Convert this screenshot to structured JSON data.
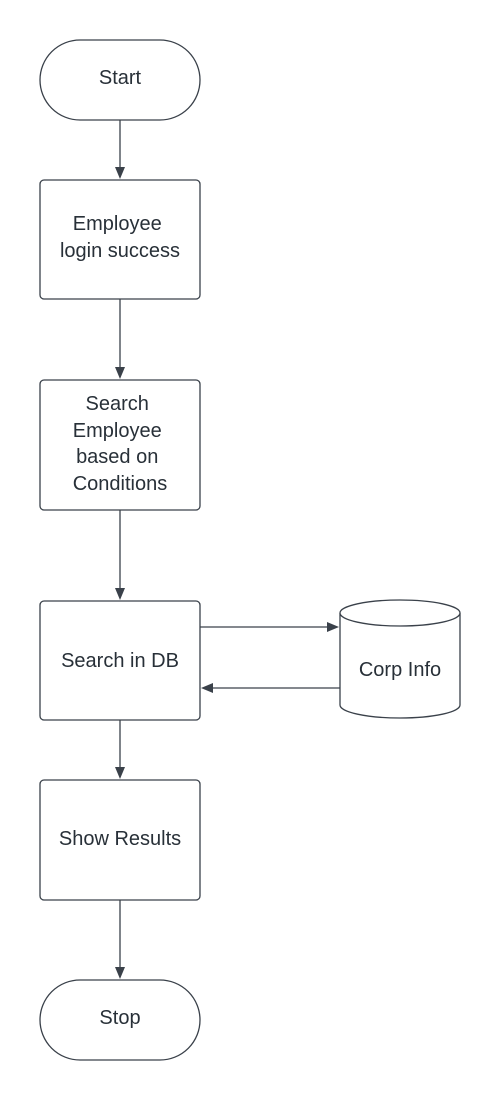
{
  "diagram": {
    "type": "flowchart",
    "colors": {
      "stroke": "#3a414a",
      "text": "#283038",
      "fill": "#ffffff",
      "background": "#ffffff"
    },
    "nodes": {
      "start": {
        "shape": "terminator",
        "lines": [
          "Start"
        ]
      },
      "login": {
        "shape": "process",
        "lines": [
          "Employee",
          "login success"
        ]
      },
      "search_conditions": {
        "shape": "process",
        "lines": [
          "Search",
          "Employee",
          "based on",
          "Conditions"
        ]
      },
      "search_db": {
        "shape": "process",
        "lines": [
          "Search in DB"
        ]
      },
      "corp_info": {
        "shape": "database",
        "lines": [
          "Corp Info"
        ]
      },
      "show_results": {
        "shape": "process",
        "lines": [
          "Show Results"
        ]
      },
      "stop": {
        "shape": "terminator",
        "lines": [
          "Stop"
        ]
      }
    },
    "edges": [
      {
        "from": "start",
        "to": "login"
      },
      {
        "from": "login",
        "to": "search_conditions"
      },
      {
        "from": "search_conditions",
        "to": "search_db"
      },
      {
        "from": "search_db",
        "to": "corp_info"
      },
      {
        "from": "corp_info",
        "to": "search_db"
      },
      {
        "from": "search_db",
        "to": "show_results"
      },
      {
        "from": "show_results",
        "to": "stop"
      }
    ]
  }
}
